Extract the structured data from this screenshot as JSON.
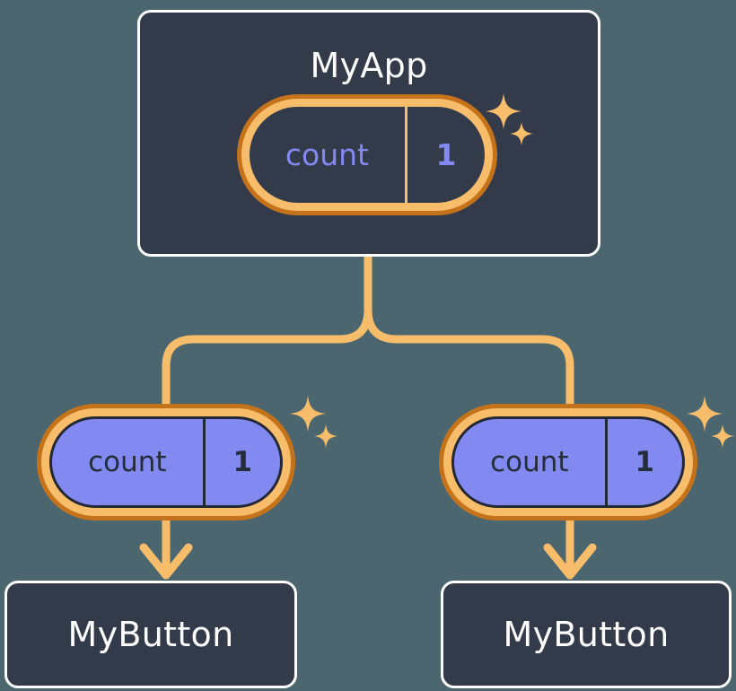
{
  "theme": {
    "background": "#4c6670",
    "card_fill": "#333b4b",
    "card_border": "#ffffff",
    "accent_orange_light": "#f8bd6a",
    "accent_orange_dark": "#c4731a",
    "accent_purple": "#8289f0",
    "text_on_dark": "#ffffff",
    "text_on_purple": "#262d3a"
  },
  "diagram": {
    "type": "component-tree",
    "root": {
      "name": "root-component",
      "title": "MyApp",
      "state_pill": {
        "key": "count",
        "value": "1",
        "style": "dark",
        "sparkles": true
      }
    },
    "children": [
      {
        "name": "child-left",
        "state_pill": {
          "key": "count",
          "value": "1",
          "style": "filled",
          "sparkles": true
        },
        "leaf": {
          "name": "leaf-left",
          "title": "MyButton"
        }
      },
      {
        "name": "child-right",
        "state_pill": {
          "key": "count",
          "value": "1",
          "style": "filled",
          "sparkles": true
        },
        "leaf": {
          "name": "leaf-right",
          "title": "MyButton"
        }
      }
    ],
    "icons": {
      "sparkle_large": "sparkle-icon",
      "sparkle_small": "sparkle-icon",
      "arrow": "arrow-down-icon"
    }
  }
}
